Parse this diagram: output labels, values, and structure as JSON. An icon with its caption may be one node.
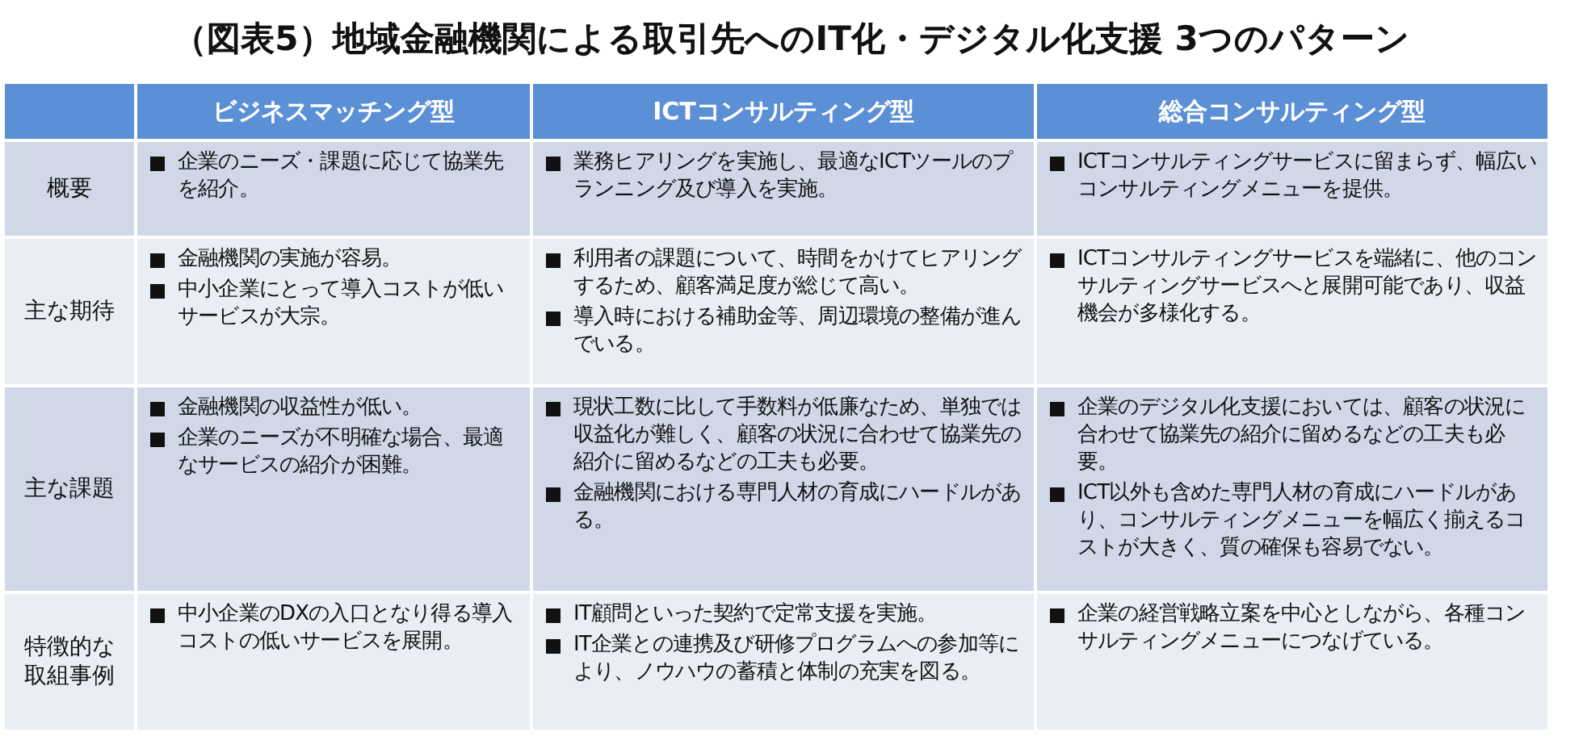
{
  "diagram": {
    "title": "（図表5）地域金融機関による取引先へのIT化・デジタル化支援 3つのパターン",
    "labels": [
      "ビジネスマッチング型",
      "ICTコンサルティング型",
      "総合コンサルティング型",
      "概要",
      "企業のニーズ・課題に応じて協業先を紹介。",
      "業務ヒアリングを実施し、最適なICTツールのプランニング及び導入を実施。",
      "ICTコンサルティングサービスに留まらず、幅広いコンサルティングメニューを提供。",
      "主な期待",
      "金融機関の実施が容易。",
      "中小企業にとって導入コストが低いサービスが大宗。",
      "利用者の課題について、時間をかけてヒアリングするため、顧客満足度が総じて高い。",
      "導入時における補助金等、周辺環境の整備が進んでいる。",
      "ICTコンサルティングサービスを端緒に、他のコンサルティングサービスへと展開可能であり、収益機会が多様化する。",
      "主な課題",
      "金融機関の収益性が低い。",
      "企業のニーズが不明確な場合、最適なサービスの紹介が困難。",
      "現状工数に比して手数料が低廉なため、単独では収益化が難しく、顧客の状況に合わせて協業先の紹介に留めるなどの工夫も必要。",
      "金融機関における専門人材の育成にハードルがある。",
      "企業のデジタル化支援においては、顧客の状況に合わせて協業先の紹介に留めるなどの工夫も必要。",
      "ICT以外も含めた専門人材の育成にハードルがあり、コンサルティングメニューを幅広く揃えるコストが大きく、質の確保も容易でない。",
      "特徴的な取組事例",
      "中小企業のDXの入口となり得る導入コストの低いサービスを展開。",
      "IT顧問といった契約で定常支援を実施。",
      "IT企業との連携及び研修プログラムへの参加等により、ノウハウの蓄積と体制の充実を図る。",
      "企業の経営戦略立案を中心としながら、各種コンサルティングメニューにつなげている。"
    ]
  }
}
